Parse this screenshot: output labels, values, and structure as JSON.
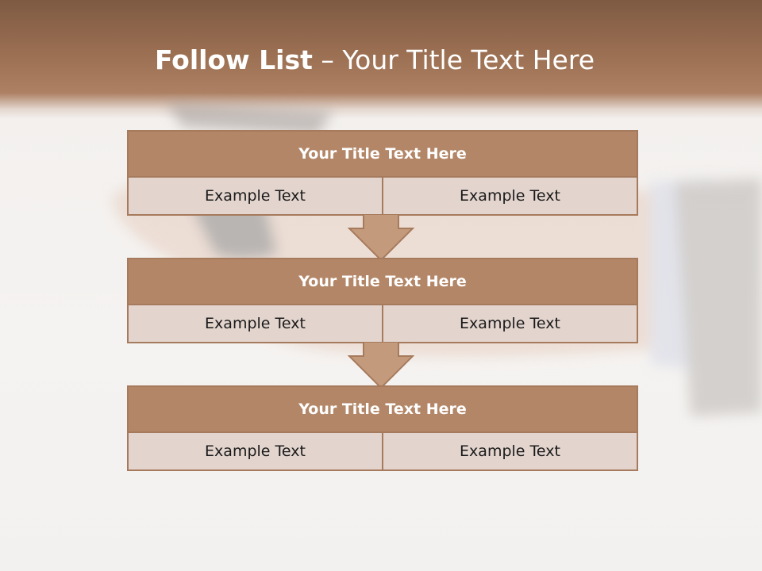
{
  "slide": {
    "title_bold": "Follow List",
    "title_rest": "– Your Title Text Here",
    "blocks": [
      {
        "title": "Your Title Text Here",
        "left": "Example Text",
        "right": "Example Text"
      },
      {
        "title": "Your Title Text Here",
        "left": "Example Text",
        "right": "Example Text"
      },
      {
        "title": "Your Title Text Here",
        "left": "Example Text",
        "right": "Example Text"
      }
    ]
  },
  "colors": {
    "header": "#9b6f52",
    "block_title": "#b48668",
    "block_cell": "#e6dad4",
    "border": "#a67a5c",
    "arrow": "#c49a7c"
  }
}
